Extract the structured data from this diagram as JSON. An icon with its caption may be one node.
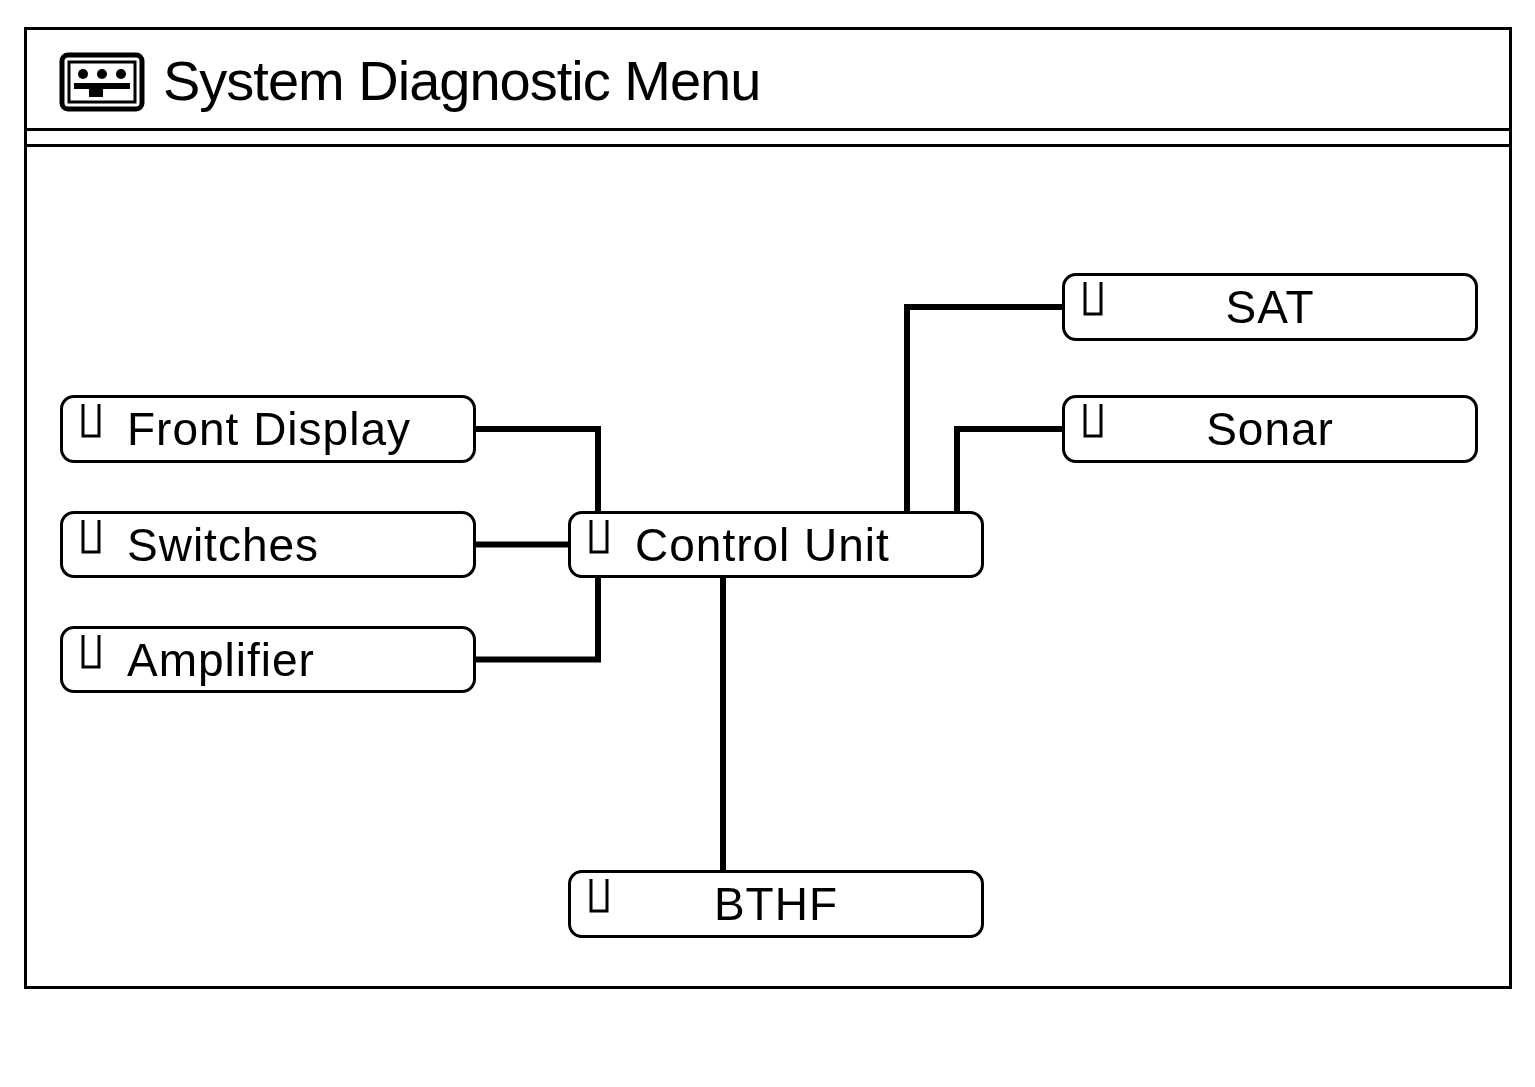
{
  "diagram": {
    "title": "System Diagnostic Menu",
    "nodes": [
      {
        "text": [
          "SAT"
        ]
      },
      {
        "text": [
          "Front Display"
        ]
      },
      {
        "text": [
          "Sonar"
        ]
      },
      {
        "text": [
          "Switches"
        ]
      },
      {
        "text": [
          "Control Unit"
        ]
      },
      {
        "text": [
          "Amplifier"
        ]
      },
      {
        "text": [
          "BTHF"
        ]
      }
    ],
    "edges": [
      {
        "from": 4,
        "to": 0,
        "arrow": "none"
      },
      {
        "from": 4,
        "to": 1,
        "arrow": "none"
      },
      {
        "from": 4,
        "to": 2,
        "arrow": "none"
      },
      {
        "from": 4,
        "to": 3,
        "arrow": "none"
      },
      {
        "from": 4,
        "to": 5,
        "arrow": "none"
      },
      {
        "from": 4,
        "to": 6,
        "arrow": "none"
      }
    ]
  }
}
